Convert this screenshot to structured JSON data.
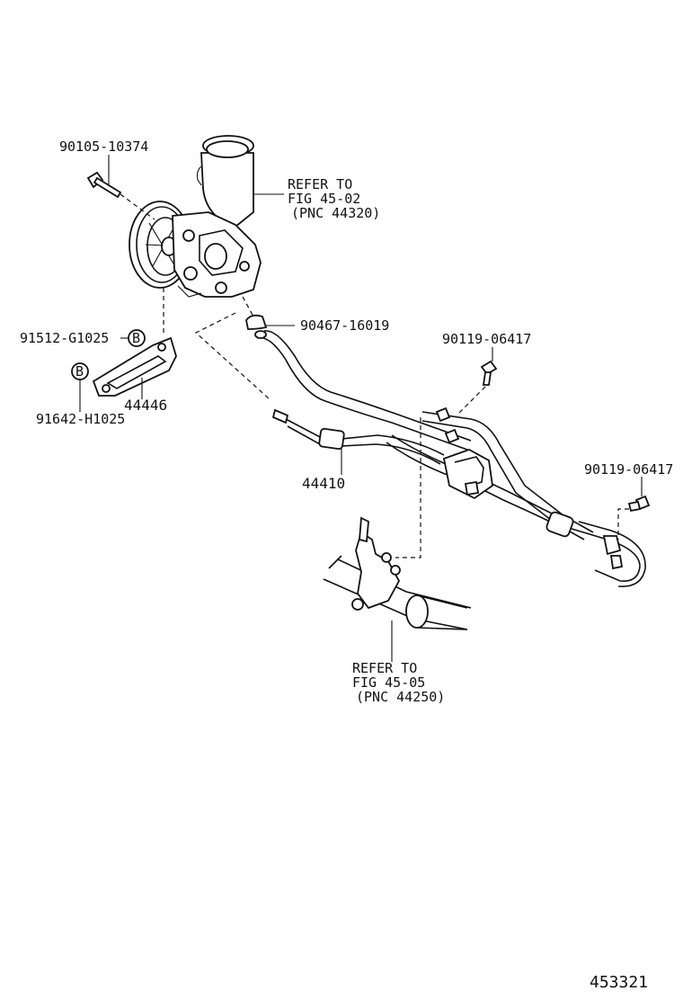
{
  "labels": {
    "bolt_top": "90105-10374",
    "refer_1_line1": "REFER TO",
    "refer_1_line2": "FIG 45-02",
    "refer_1_line3": "(PNC 44320)",
    "clamp": "90467-16019",
    "washer_b1": "91512-G1025",
    "washer_b2": "91642-H1025",
    "bracket": "44446",
    "bolt_right1": "90119-06417",
    "bolt_right2": "90119-06417",
    "hose_assy": "44410",
    "refer_2_line1": "REFER TO",
    "refer_2_line2": "FIG 45-05",
    "refer_2_line3": "(PNC 44250)",
    "callout_b": "B",
    "illustration_no": "453321"
  }
}
